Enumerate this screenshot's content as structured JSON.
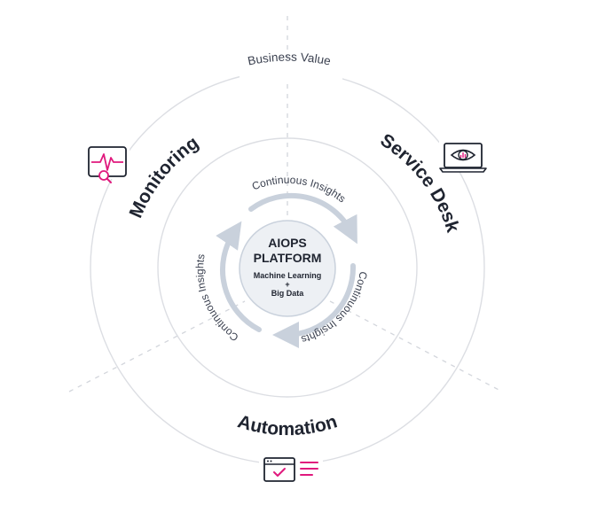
{
  "outer_ring": {
    "label": "Business Value"
  },
  "segments": {
    "monitoring": "Monitoring",
    "service_desk": "Service Desk",
    "automation": "Automation"
  },
  "cycle": {
    "top": "Continuous Insights",
    "right": "Continuous Insights",
    "left": "Continuous Insights"
  },
  "core": {
    "title_line1": "AIOPS",
    "title_line2": "PLATFORM",
    "sub_line1": "Machine Learning",
    "sub_line2": "+",
    "sub_line3": "Big Data"
  },
  "icons": {
    "monitoring": "monitor-pulse-search-icon",
    "service_desk": "laptop-eye-chart-icon",
    "automation": "browser-check-list-icon"
  },
  "colors": {
    "accent": "#e0197d",
    "ink": "#1f2430",
    "ring": "#d9dbe0",
    "arrow": "#c9d1dc",
    "core_fill": "#edf0f4"
  }
}
